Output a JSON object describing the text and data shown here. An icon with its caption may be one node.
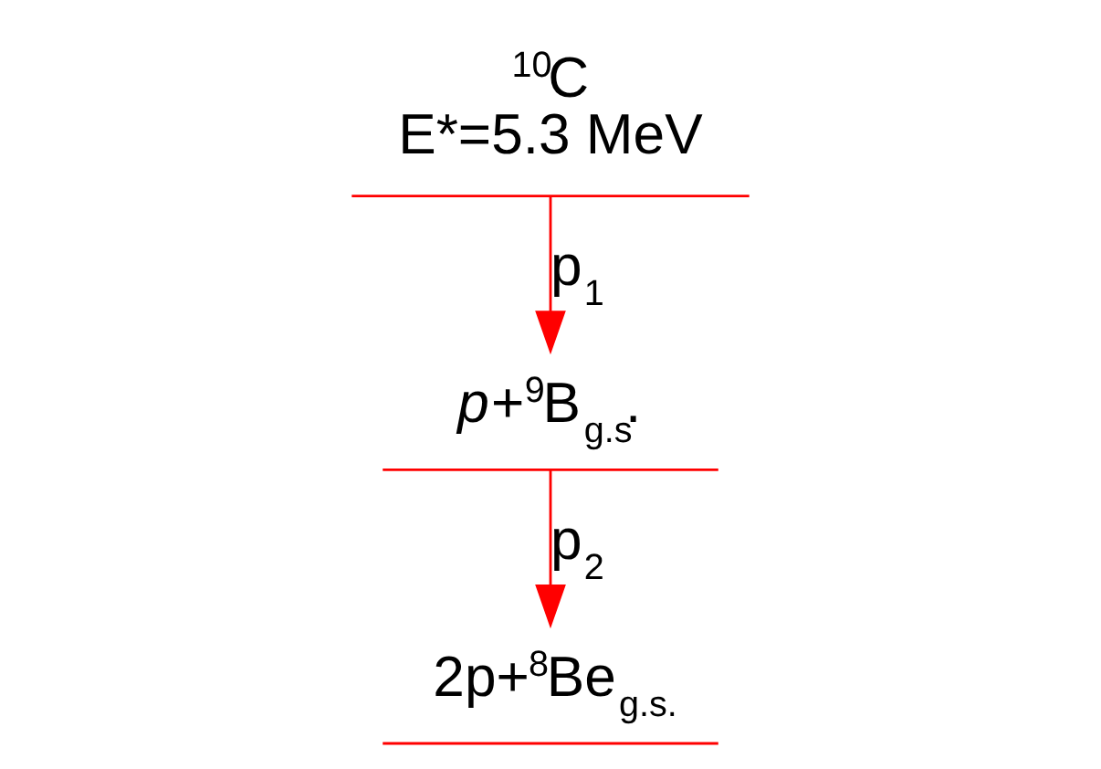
{
  "diagram": {
    "nodes": [
      {
        "text": [
          "$^{10}$C",
          "E*=5.3 MeV"
        ]
      },
      {
        "text": [
          "*p*+$^{9}$B$_{g.s}$."
        ]
      },
      {
        "text": [
          "2p+$^{8}$Be$_{g.s.}$"
        ]
      }
    ],
    "edges": [
      {
        "from": 0,
        "to": 1,
        "arrow": "to",
        "label": "p$_{1}$"
      },
      {
        "from": 1,
        "to": 2,
        "arrow": "to",
        "label": "p$_{2}$"
      }
    ]
  }
}
